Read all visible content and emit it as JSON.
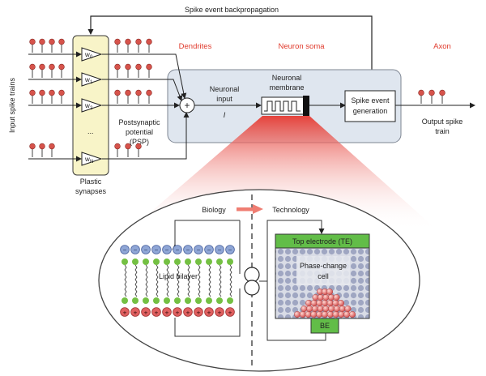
{
  "top": {
    "backprop": "Spike event backpropagation"
  },
  "regions": {
    "dendrites": "Dendrites",
    "soma": "Neuron soma",
    "axon": "Axon"
  },
  "left": {
    "input_spike_trains": "Input spike trains",
    "weights": [
      "w",
      "w",
      "w",
      "w"
    ],
    "weight_subscripts": [
      "0",
      "1",
      "2",
      "N"
    ],
    "ellipsis": "...",
    "plastic": "Plastic",
    "synapses": "synapses"
  },
  "middle": {
    "psp_line1": "Postsynaptic",
    "psp_line2": "potential",
    "psp_line3": "(PSP)",
    "sum_symbol": "+",
    "neuronal_input_1": "Neuronal",
    "neuronal_input_2": "input",
    "current_symbol": "I",
    "membrane_1": "Neuronal",
    "membrane_2": "membrane"
  },
  "right": {
    "gen_1": "Spike event",
    "gen_2": "generation",
    "out_1": "Output spike",
    "out_2": "train"
  },
  "zoom": {
    "biology": "Biology",
    "technology": "Technology",
    "lipid": "Lipid bilayer",
    "top_electrode": "Top electrode (TE)",
    "pc_1": "Phase-change",
    "pc_2": "cell",
    "be": "BE",
    "minus": "−",
    "plus": "+"
  },
  "colors": {
    "soma_box": "#dfe6ef",
    "synapse_box": "#f8f4c8",
    "accent_red": "#e03a2c",
    "electrode_green": "#62bd48",
    "ion_blue": "#8fa6d6",
    "ion_red": "#e06060",
    "lipid_green": "#74c043"
  }
}
